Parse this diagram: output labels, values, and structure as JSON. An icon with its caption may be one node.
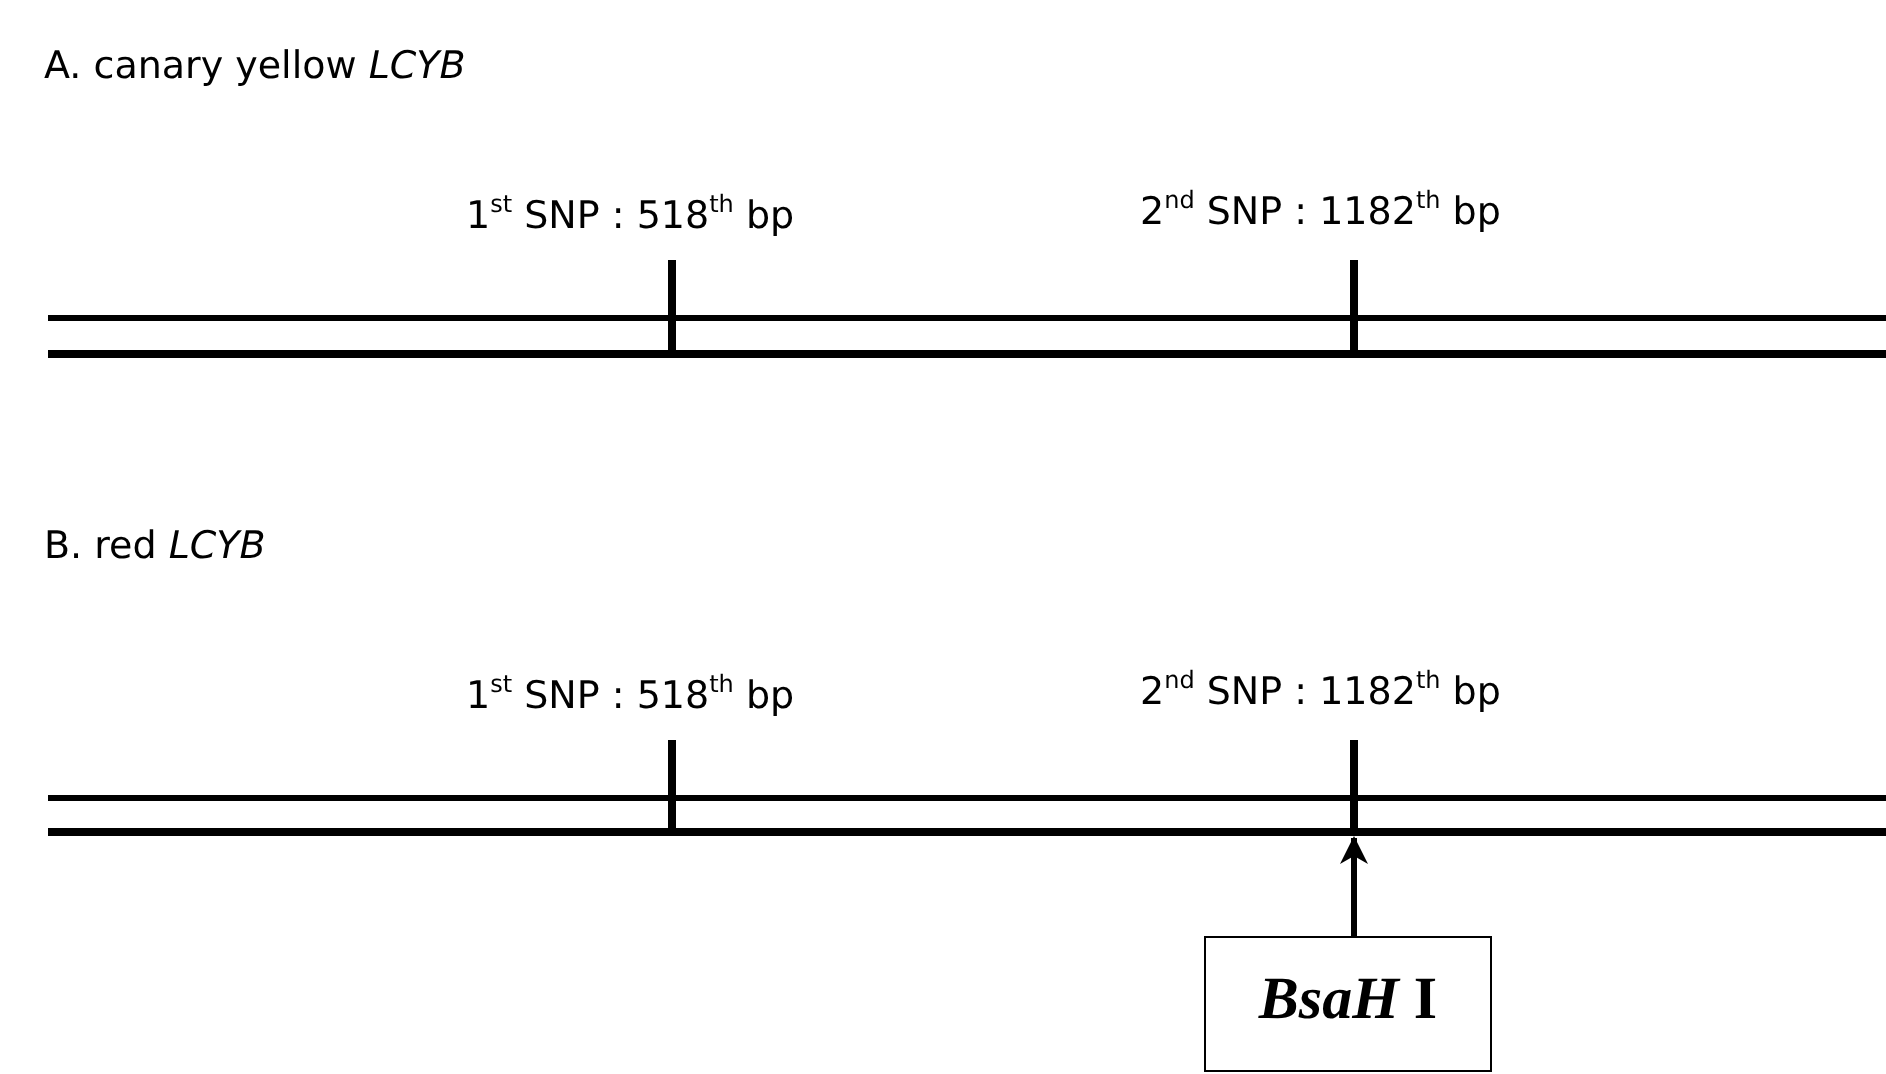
{
  "diagram": {
    "nodes": [
      {
        "text": [
          "*BsaH* I"
        ]
      },
      {
        "text": [],
        "shape": "bar"
      }
    ],
    "edges": [
      {
        "from": 0,
        "to": 1,
        "arrow": "to"
      }
    ],
    "labels": [
      "A. canary yellow *LCYB*",
      "1$^{st}$ SNP : 518$^{th}$ bp",
      "2$^{nd}$ SNP : 1182$^{th}$ bp",
      "B. red *LCYB*",
      "1$^{st}$ SNP : 518$^{th}$ bp",
      "2$^{nd}$ SNP : 1182$^{th}$ bp"
    ]
  }
}
